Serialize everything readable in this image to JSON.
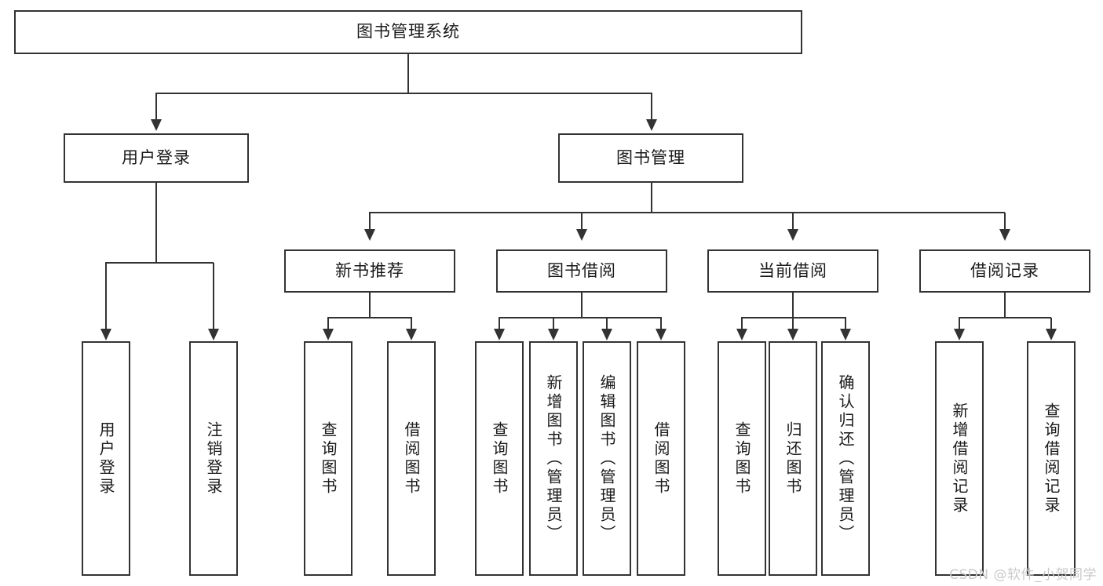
{
  "diagram": {
    "title": "图书管理系统",
    "watermark": "CSDN @软件_小贺同学",
    "line_color": "#333333",
    "box_fill": "#ffffff",
    "text_color": "#1a1a1a",
    "watermark_color": "#c9c9c9"
  },
  "nodes": {
    "root": {
      "label": "图书管理系统"
    },
    "level2": [
      {
        "label": "用户登录"
      },
      {
        "label": "图书管理"
      }
    ],
    "level3": [
      {
        "label": "新书推荐"
      },
      {
        "label": "图书借阅"
      },
      {
        "label": "当前借阅"
      },
      {
        "label": "借阅记录"
      }
    ],
    "leaves": {
      "user_login": [
        {
          "label": "用户登录"
        },
        {
          "label": "注销登录"
        }
      ],
      "new_book_recommend": [
        {
          "label": "查询图书"
        },
        {
          "label": "借阅图书"
        }
      ],
      "book_borrow": [
        {
          "label": "查询图书"
        },
        {
          "label": "新增图书（管理员）"
        },
        {
          "label": "编辑图书（管理员）"
        },
        {
          "label": "借阅图书"
        }
      ],
      "current_borrow": [
        {
          "label": "查询图书"
        },
        {
          "label": "归还图书"
        },
        {
          "label": "确认归还（管理员）"
        }
      ],
      "borrow_record": [
        {
          "label": "新增借阅记录"
        },
        {
          "label": "查询借阅记录"
        }
      ]
    }
  }
}
